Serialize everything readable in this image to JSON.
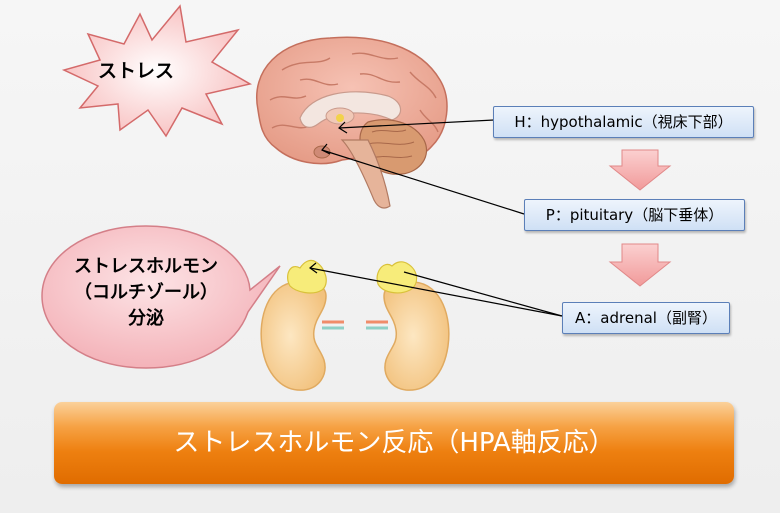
{
  "stress_burst": {
    "label": "ストレス"
  },
  "speech_bubble": {
    "lines": [
      "ストレスホルモン",
      "（コルチゾール）",
      "分泌"
    ]
  },
  "axis_boxes": {
    "hypothalamic": "H：hypothalamic（視床下部）",
    "pituitary": "P：pituitary（脳下垂体）",
    "adrenal": "A：adrenal（副腎）"
  },
  "banner": {
    "label": "ストレスホルモン反応（HPA軸反応）"
  },
  "colors": {
    "burst_fill": "#f9c9c9",
    "burst_stroke": "#d46a6a",
    "bubble_fill": "#f6c8cc",
    "box_fill": "#dde9f8",
    "box_border": "#5b7fb8",
    "flow_arrow": "#f7b0b0",
    "banner_fill": "#ee8010",
    "banner_text": "#ffffff"
  }
}
